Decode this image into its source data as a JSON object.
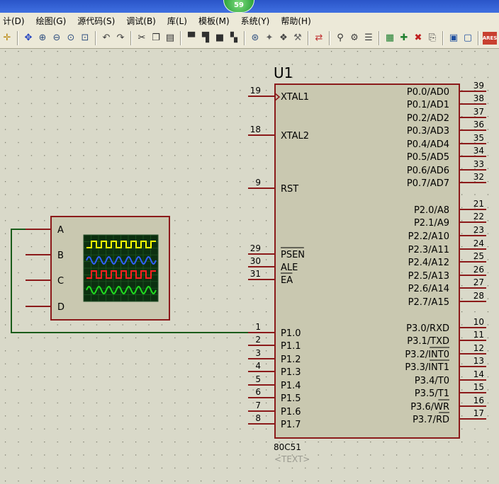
{
  "app": {
    "counter_badge": "59"
  },
  "menu": {
    "items": [
      "计(D)",
      "绘图(G)",
      "源代码(S)",
      "调试(B)",
      "库(L)",
      "模板(M)",
      "系统(Y)",
      "帮助(H)"
    ]
  },
  "toolbar": {
    "icons": [
      "target-icon",
      "pan-icon",
      "zoom-in-icon",
      "zoom-out-icon",
      "zoom-all-icon",
      "zoom-area-icon",
      "undo-icon",
      "redo-icon",
      "cut-icon",
      "copy-icon",
      "paste-icon",
      "block-copy-icon",
      "block-move-icon",
      "block-rotate-icon",
      "block-delete-icon",
      "pick-device-icon",
      "make-device-icon",
      "packaging-tool-icon",
      "decompose-icon",
      "wire-autorouter-icon",
      "search-icon",
      "property-assign-icon",
      "new-sheet-icon",
      "add-sheet-icon",
      "remove-sheet-icon",
      "goto-sheet-icon",
      "bill-of-materials-icon",
      "export-netlist-icon",
      "ares-icon"
    ],
    "colors": {
      "accent": "#2a55c8",
      "badge": "#2aa53a"
    }
  },
  "schematic": {
    "colors": {
      "wire": "#1a5c1a",
      "component_outline": "#8b1a1a",
      "component_fill": "#c9c8b0",
      "text": "#000000",
      "grid_dot": "#6e6e60"
    },
    "chip": {
      "ref": "U1",
      "part": "80C51",
      "text_placeholder": "<TEXT>",
      "left_pins": [
        {
          "num": "19",
          "name": "XTAL1"
        },
        {
          "num": "18",
          "name": "XTAL2"
        },
        {
          "num": "9",
          "name": "RST"
        },
        {
          "num": "29",
          "name": "PSEN"
        },
        {
          "num": "30",
          "name": "ALE"
        },
        {
          "num": "31",
          "name": "EA"
        },
        {
          "num": "1",
          "name": "P1.0"
        },
        {
          "num": "2",
          "name": "P1.1"
        },
        {
          "num": "3",
          "name": "P1.2"
        },
        {
          "num": "4",
          "name": "P1.3"
        },
        {
          "num": "5",
          "name": "P1.4"
        },
        {
          "num": "6",
          "name": "P1.5"
        },
        {
          "num": "7",
          "name": "P1.6"
        },
        {
          "num": "8",
          "name": "P1.7"
        }
      ],
      "right_pins": [
        {
          "num": "39",
          "name": "P0.0/AD0"
        },
        {
          "num": "38",
          "name": "P0.1/AD1"
        },
        {
          "num": "37",
          "name": "P0.2/AD2"
        },
        {
          "num": "36",
          "name": "P0.3/AD3"
        },
        {
          "num": "35",
          "name": "P0.4/AD4"
        },
        {
          "num": "34",
          "name": "P0.5/AD5"
        },
        {
          "num": "33",
          "name": "P0.6/AD6"
        },
        {
          "num": "32",
          "name": "P0.7/AD7"
        },
        {
          "num": "21",
          "name": "P2.0/A8"
        },
        {
          "num": "22",
          "name": "P2.1/A9"
        },
        {
          "num": "23",
          "name": "P2.2/A10"
        },
        {
          "num": "24",
          "name": "P2.3/A11"
        },
        {
          "num": "25",
          "name": "P2.4/A12"
        },
        {
          "num": "26",
          "name": "P2.5/A13"
        },
        {
          "num": "27",
          "name": "P2.6/A14"
        },
        {
          "num": "28",
          "name": "P2.7/A15"
        },
        {
          "num": "10",
          "name": "P3.0/RXD"
        },
        {
          "num": "11",
          "name": "P3.1/TXD"
        },
        {
          "num": "12",
          "name": "P3.2/INT0"
        },
        {
          "num": "13",
          "name": "P3.3/INT1"
        },
        {
          "num": "14",
          "name": "P3.4/T0"
        },
        {
          "num": "15",
          "name": "P3.5/T1"
        },
        {
          "num": "16",
          "name": "P3.6/WR"
        },
        {
          "num": "17",
          "name": "P3.7/RD"
        }
      ]
    },
    "oscilloscope": {
      "channels": [
        "A",
        "B",
        "C",
        "D"
      ],
      "trace_colors": [
        "#ffff00",
        "#3060ff",
        "#ff2020",
        "#20e020"
      ]
    }
  }
}
